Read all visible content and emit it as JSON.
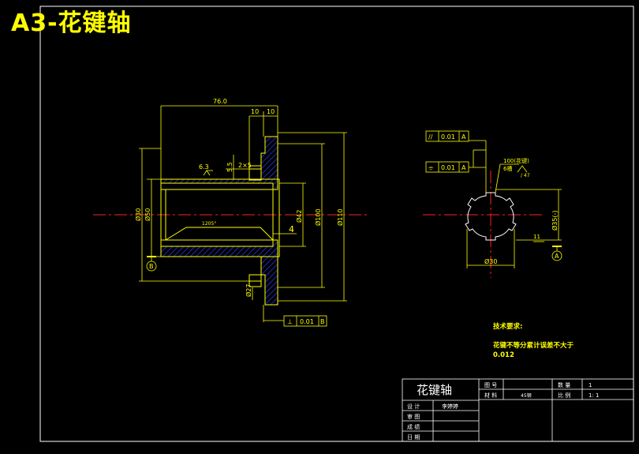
{
  "title": "A3-花键轴",
  "colors": {
    "background": "#000000",
    "outline": "#ffff00",
    "hatch": "#2a3cff",
    "center": "#ff2020",
    "frame": "#ffffff"
  },
  "front_view": {
    "dim_length": "76.0",
    "dim_10a": "10",
    "dim_10b": "10",
    "dim_5_5": "5.5",
    "dim_chamfer": "2×5",
    "roughness": "6.3",
    "dim_bore_left": "Ø30",
    "dim_left_small": "Ø50",
    "dim_inner": "Ø42",
    "dim_100": "Ø100",
    "dim_110": "Ø110",
    "dim_4": "4",
    "dim_bottom": "Ø27",
    "datum_b": "B",
    "inner_note": "1205°",
    "perp_symbol": "⊥",
    "perp_value": "0.01",
    "perp_datum": "B"
  },
  "side_view": {
    "tol1_symbol": "//",
    "tol1_value": "0.01",
    "tol1_datum": "A",
    "tol2_symbol": "⌯",
    "tol2_value": "0.01",
    "tol2_datum": "A",
    "note1": "100(花键)",
    "note2": "6槽",
    "note3": "/ 47",
    "dim_spline": "Ø35(-)",
    "dim_bottom": "Ø30",
    "dim_11": "11",
    "datum_a": "A"
  },
  "tech": {
    "heading": "技术要求:",
    "line1": "花键不等分累计误差不大于",
    "line2": "0.012"
  },
  "title_block": {
    "part_name": "花键轴",
    "drawing_no_label": "图 号",
    "quantity_label": "数 量",
    "quantity_value": "1",
    "material_label": "材 料",
    "material_value": "45钢",
    "scale_label": "比 例",
    "scale_value": "1: 1",
    "design_label": "设 计",
    "designer": "李婷婷",
    "review_label": "审 图",
    "grade_label": "成 绩",
    "date_label": "日 期"
  }
}
